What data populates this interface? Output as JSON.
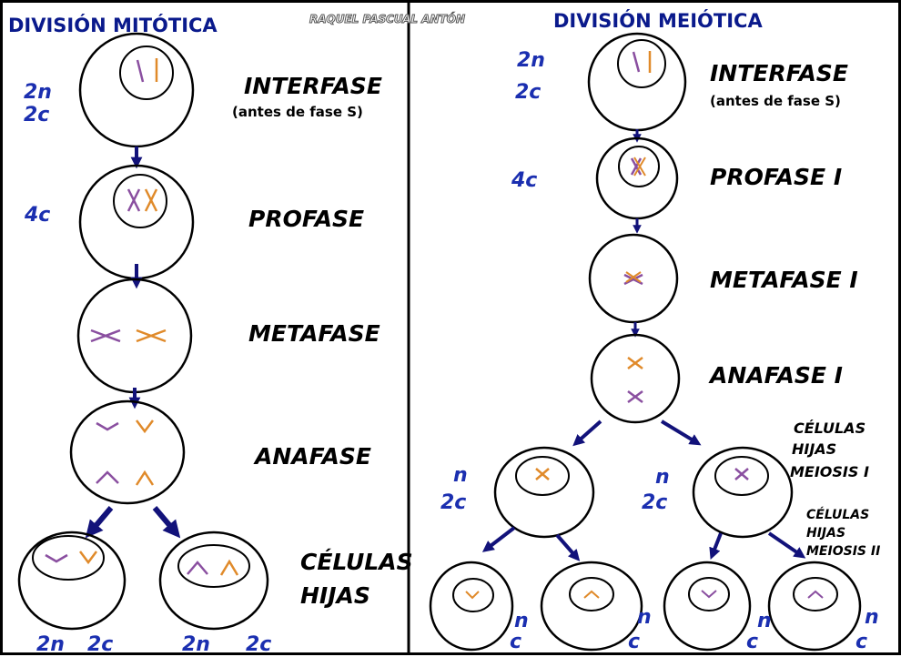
{
  "colors": {
    "border": "#000000",
    "arrow": "#12127a",
    "ploidy": "#1b2fb0",
    "heading": "#0a1a8c",
    "chrom_purple": "#8a4fa0",
    "chrom_orange": "#e08a2a"
  },
  "author": "RAQUEL PASCUAL ANTÓN",
  "mitosis": {
    "heading": "DIVISIÓN MITÓTICA",
    "interfase": {
      "label": "INTERFASE",
      "sub": "(antes de fase S)",
      "ploidy_n": "2n",
      "ploidy_c": "2c"
    },
    "profase": {
      "label": "PROFASE",
      "ploidy_c": "4c"
    },
    "metafase": {
      "label": "METAFASE"
    },
    "anafase": {
      "label": "ANAFASE"
    },
    "hijas": {
      "label_1": "CÉLULAS",
      "label_2": "HIJAS",
      "left_n": "2n",
      "left_c": "2c",
      "right_n": "2n",
      "right_c": "2c"
    }
  },
  "meiosis": {
    "heading": "DIVISIÓN MEIÓTICA",
    "interfase": {
      "label": "INTERFASE",
      "sub": "(antes de fase S)",
      "ploidy_n": "2n",
      "ploidy_c": "2c"
    },
    "profase": {
      "label": "PROFASE I",
      "ploidy_c": "4c"
    },
    "metafase": {
      "label": "METAFASE I"
    },
    "anafase": {
      "label": "ANAFASE I"
    },
    "hijas1": {
      "label_1": "CÉLULAS",
      "label_2": "HIJAS",
      "label_3": "MEIOSIS I",
      "left_n": "n",
      "left_c": "2c",
      "right_n": "n",
      "right_c": "2c"
    },
    "hijas2": {
      "label_1": "CÉLULAS",
      "label_2": "HIJAS",
      "label_3": "MEIOSIS II",
      "cells": [
        {
          "n": "n",
          "c": "c"
        },
        {
          "n": "n",
          "c": "c"
        },
        {
          "n": "n",
          "c": "c"
        },
        {
          "n": "n",
          "c": "c"
        }
      ]
    }
  }
}
